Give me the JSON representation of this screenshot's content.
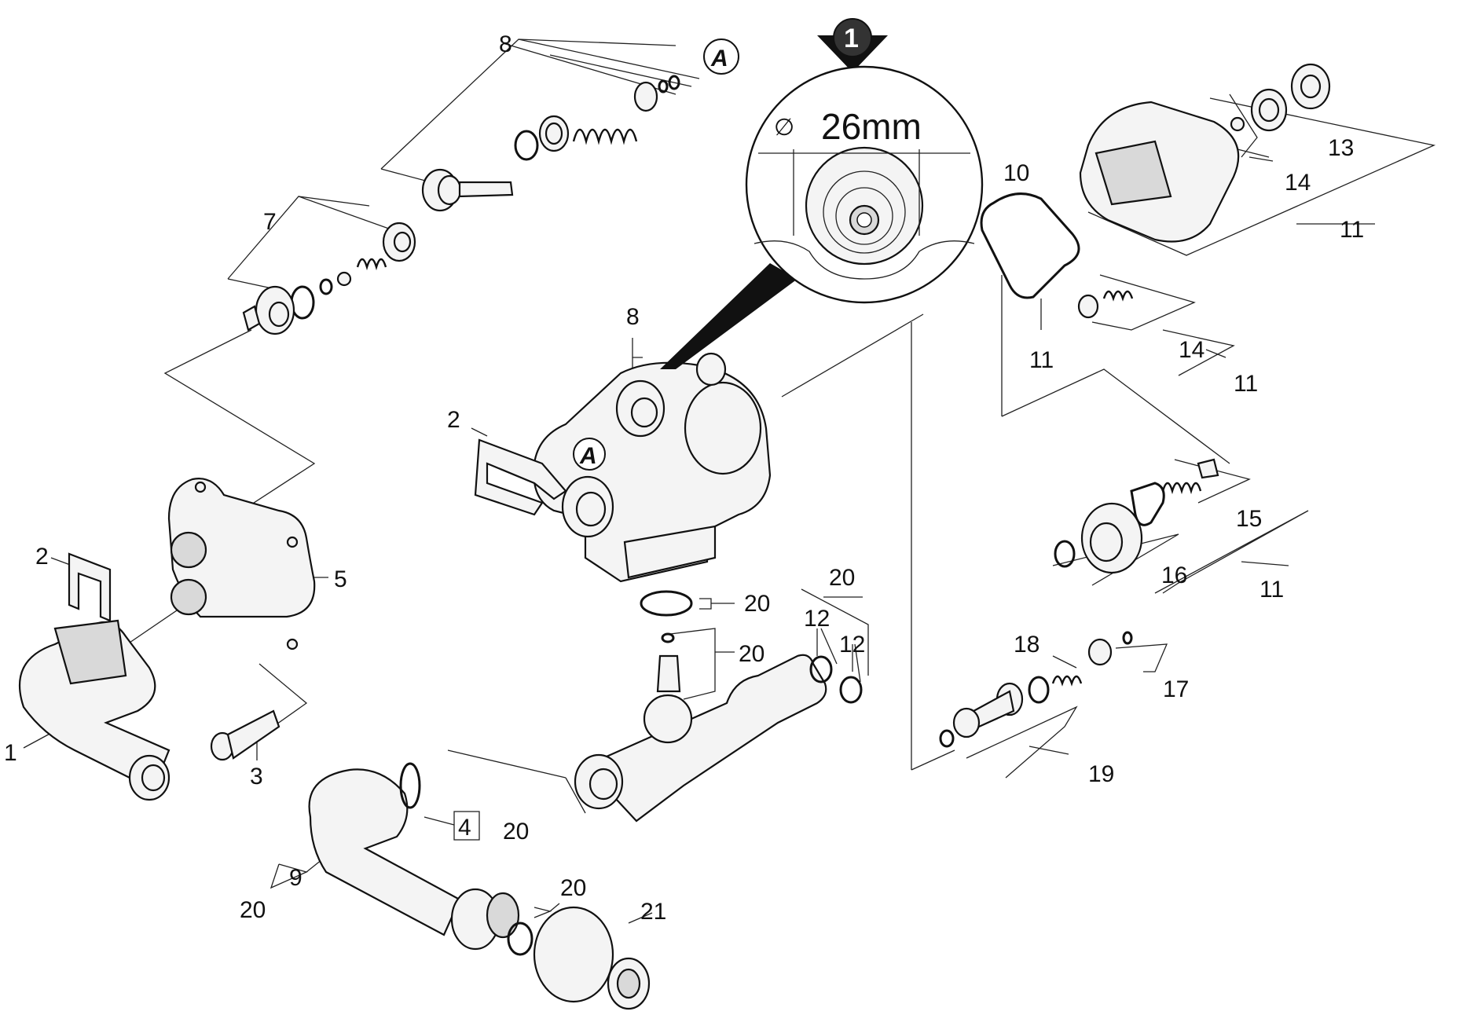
{
  "detail": {
    "step_number": "1",
    "diameter_symbol": "∅",
    "diameter_value": "26mm"
  },
  "reference_mark": "A",
  "callouts": {
    "c1": "1",
    "c2a": "2",
    "c2b": "2",
    "c3": "3",
    "c4": "4",
    "c5": "5",
    "c7": "7",
    "c8a": "8",
    "c8b": "8",
    "c9": "9",
    "c10": "10",
    "c11a": "11",
    "c11b": "11",
    "c11c": "11",
    "c11d": "11",
    "c12a": "12",
    "c12b": "12",
    "c13": "13",
    "c14a": "14",
    "c14b": "14",
    "c15": "15",
    "c16": "16",
    "c17": "17",
    "c18": "18",
    "c19": "19",
    "c20a": "20",
    "c20b": "20",
    "c20c": "20",
    "c20d": "20",
    "c20e": "20",
    "c20f": "20",
    "c21": "21"
  }
}
